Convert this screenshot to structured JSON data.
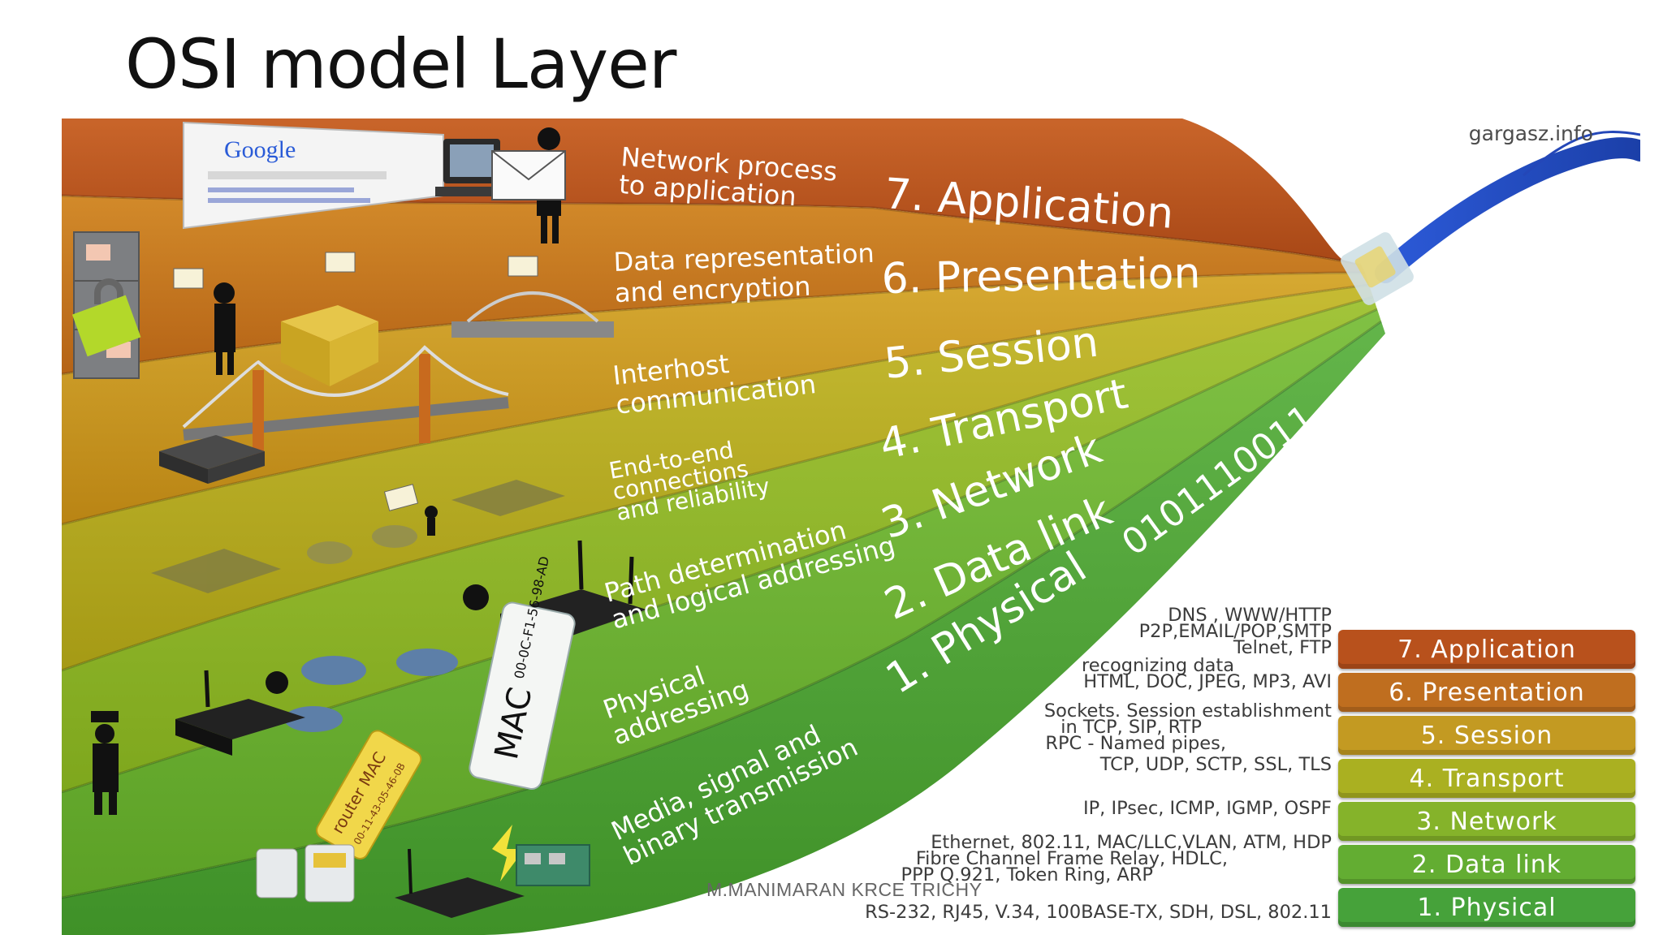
{
  "title": "OSI model Layer",
  "watermark": "gargasz.info",
  "footer": "M.MANIMARAN KRCE TRICHY",
  "colors": {
    "application": "#b8511c",
    "presentation": "#c1741d",
    "session": "#c7931d",
    "transport": "#b7ad1e",
    "network": "#8fb62c",
    "data_link": "#6cb336",
    "physical": "#4ea63a"
  },
  "bands": [
    {
      "name": "7. Application",
      "description": [
        "Network process",
        "to application"
      ]
    },
    {
      "name": "6. Presentation",
      "description": [
        "Data representation",
        "and encryption"
      ]
    },
    {
      "name": "5. Session",
      "description": [
        "Interhost",
        "communication"
      ]
    },
    {
      "name": "4. Transport",
      "description": [
        "End-to-end",
        "connections",
        "and reliability"
      ]
    },
    {
      "name": "3. Network",
      "description": [
        "Path determination",
        "and logical addressing"
      ]
    },
    {
      "name": "2. Data link",
      "description": [
        "Physical",
        "addressing"
      ]
    },
    {
      "name": "1. Physical",
      "description": [
        "Media, signal and",
        "binary transmission"
      ]
    }
  ],
  "binary_text": "0101110011",
  "icons": {
    "browser_label": "Google",
    "mac_tag": "MAC",
    "mac_address": "00-0C-F1-56-98-AD",
    "router_tag": "router MAC",
    "router_address": "00-11-43-05-46-0B"
  },
  "legend": [
    {
      "label": "7. Application",
      "color": "#b8511c"
    },
    {
      "label": "6. Presentation",
      "color": "#bf6e1f"
    },
    {
      "label": "5. Session",
      "color": "#c39a22"
    },
    {
      "label": "4. Transport",
      "color": "#aab021"
    },
    {
      "label": "3. Network",
      "color": "#85b32a"
    },
    {
      "label": "2. Data link",
      "color": "#63ad32"
    },
    {
      "label": "1. Physical",
      "color": "#46a23a"
    }
  ],
  "protocols": {
    "application": [
      "DNS , WWW/HTTP",
      "P2P,EMAIL/POP,SMTP",
      "Telnet, FTP"
    ],
    "presentation": [
      "recognizing data",
      "HTML, DOC, JPEG, MP3, AVI"
    ],
    "session": [
      "Sockets. Session establishment",
      "in TCP, SIP, RTP",
      "RPC - Named pipes,"
    ],
    "transport": [
      "TCP, UDP, SCTP, SSL, TLS"
    ],
    "network": [
      "IP, IPsec, ICMP, IGMP, OSPF"
    ],
    "data_link": [
      "Ethernet, 802.11, MAC/LLC,VLAN, ATM, HDP",
      "Fibre Channel Frame Relay, HDLC,",
      "PPP Q.921, Token Ring, ARP"
    ],
    "physical": [
      "RS-232, RJ45, V.34, 100BASE-TX, SDH, DSL, 802.11"
    ]
  }
}
